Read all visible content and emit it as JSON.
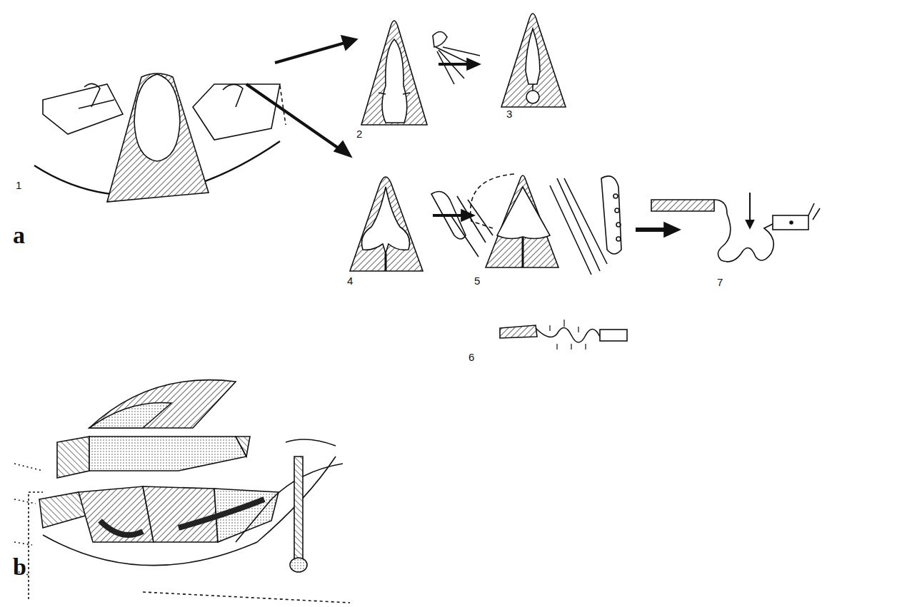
{
  "diagram": {
    "labels": [
      "a",
      "b",
      "1",
      "2",
      "3",
      "4",
      "5",
      "6",
      "7"
    ]
  }
}
